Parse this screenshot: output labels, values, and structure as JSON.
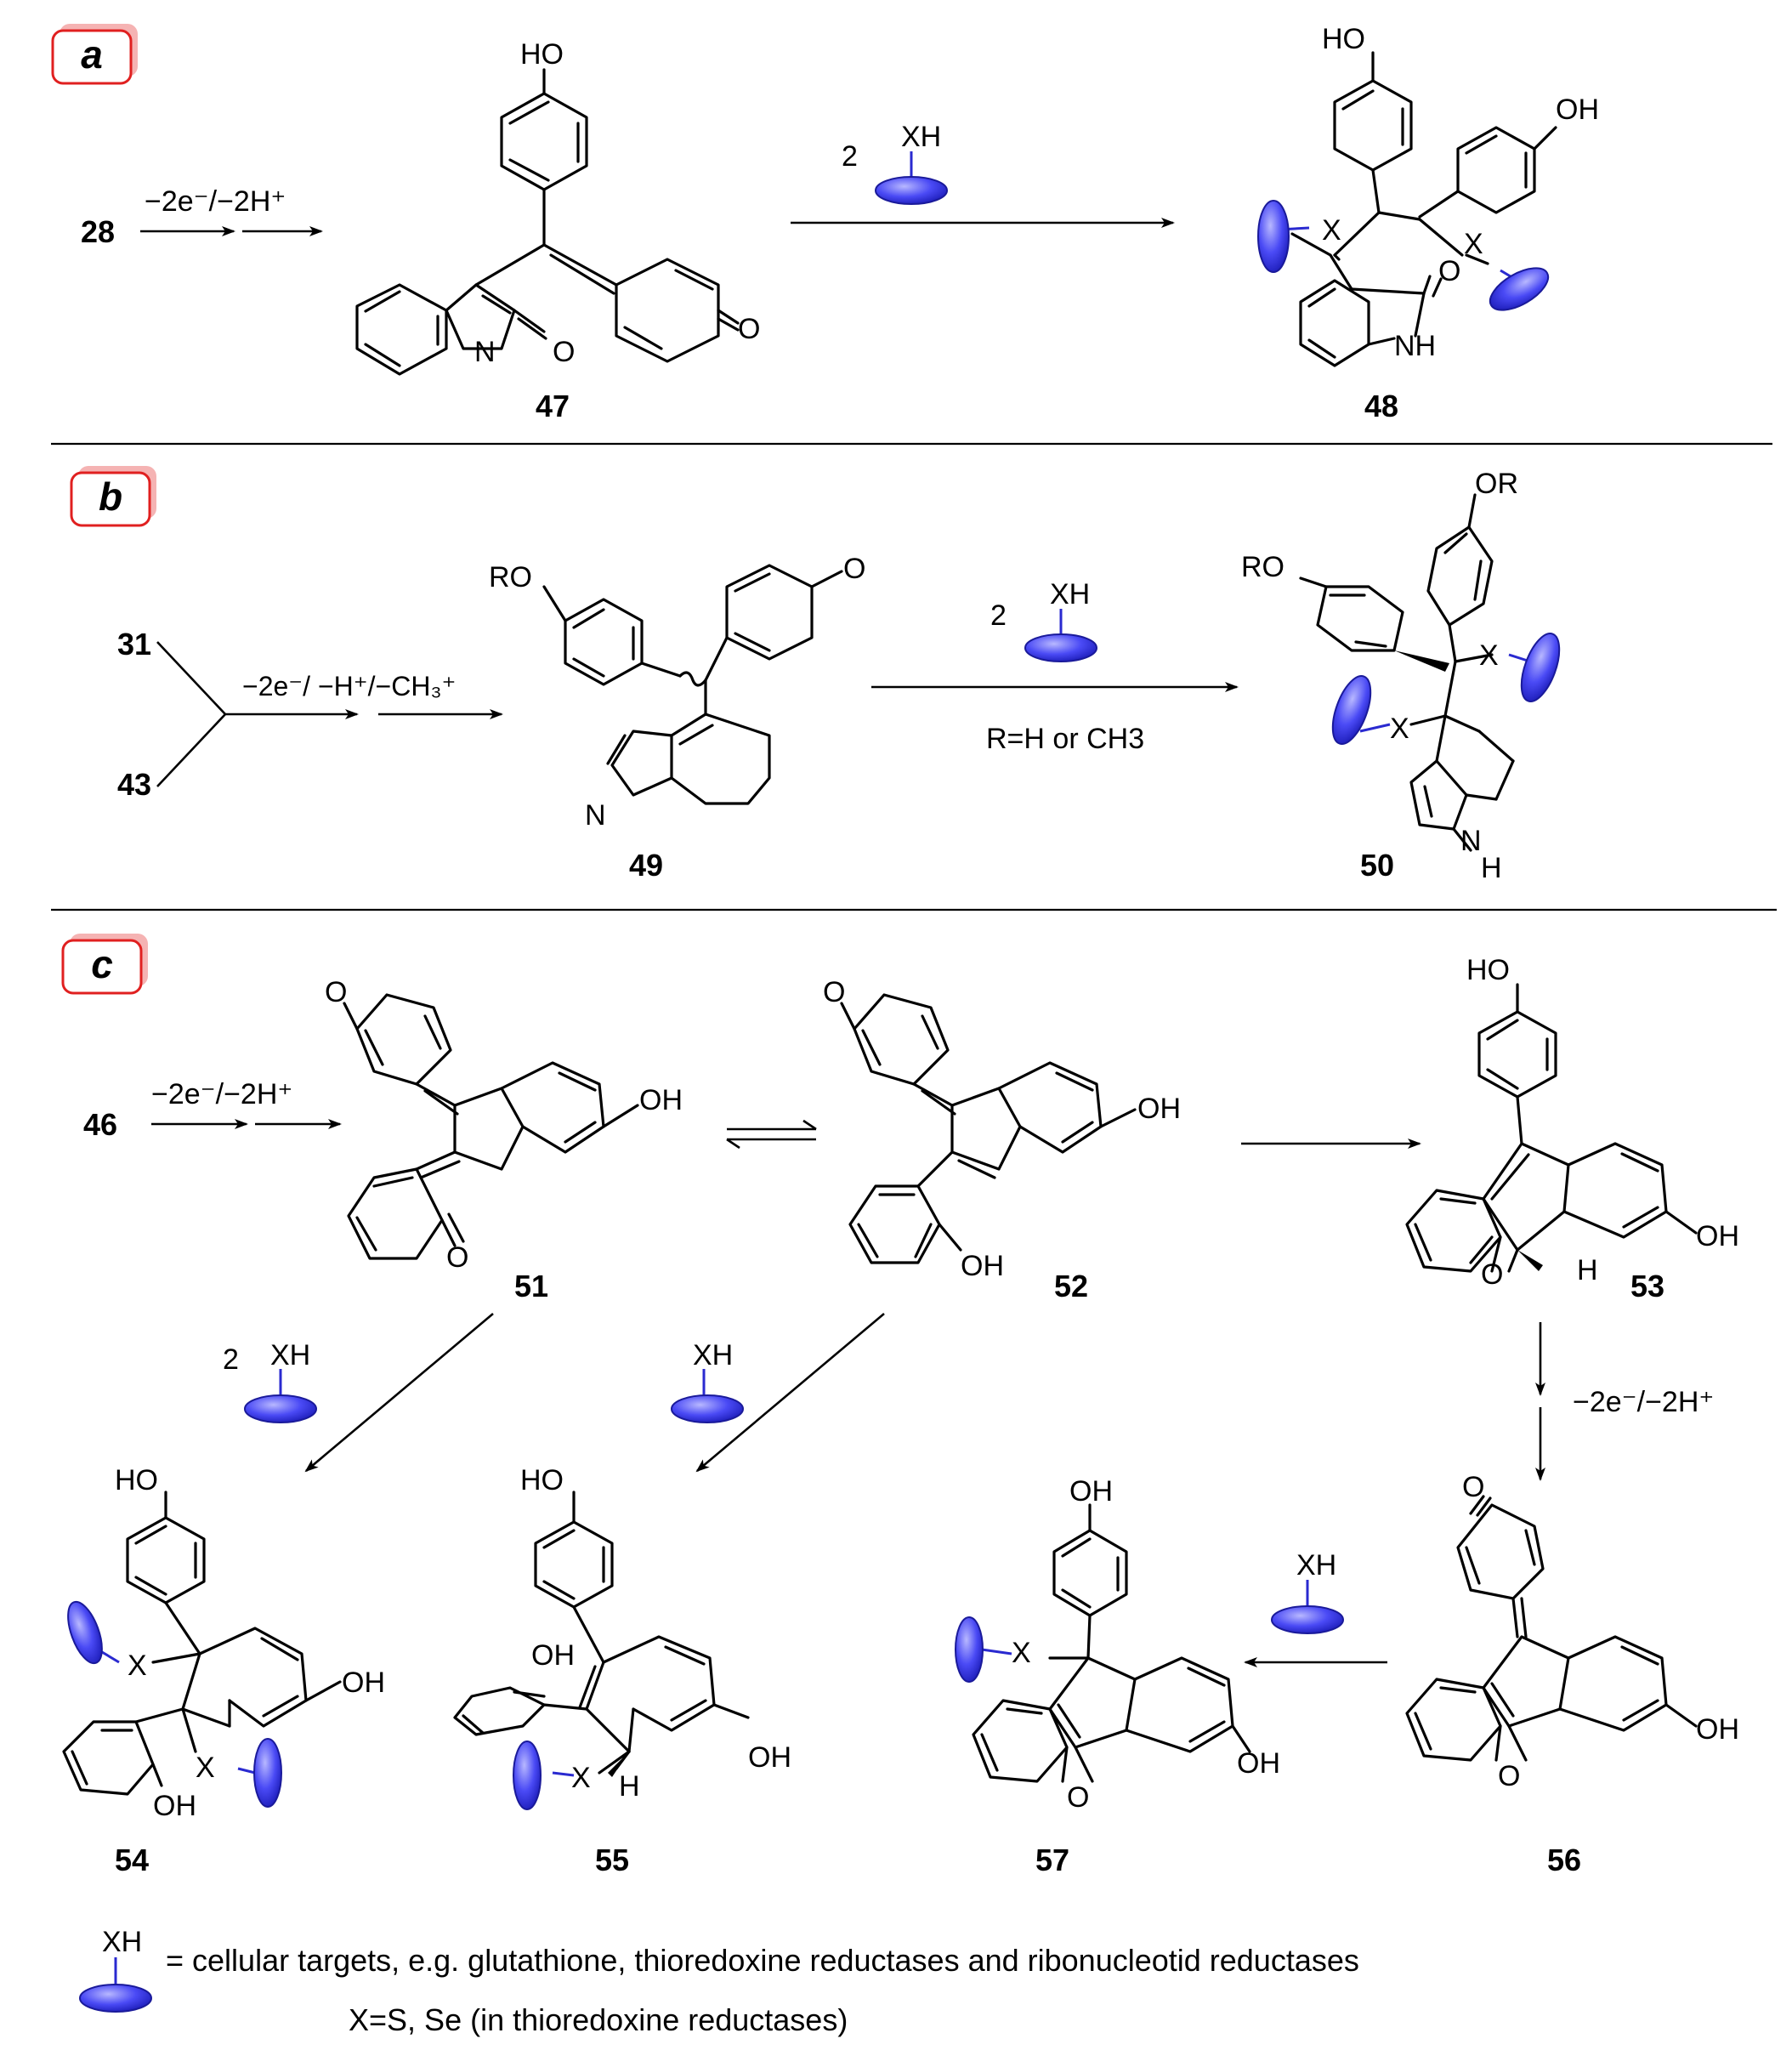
{
  "panels": {
    "a": {
      "tag": "a",
      "start": "28",
      "cond1": "−2e⁻/−2H⁺",
      "reagent_count": "2",
      "reagent": "XH",
      "products": {
        "p47": "47",
        "p48": "48"
      },
      "atoms": {
        "ho_47": "HO",
        "n_47": "N",
        "o_lactam_47": "O",
        "o_quinone_47": "O",
        "ho_48a": "HO",
        "oh_48b": "OH",
        "x1": "X",
        "x2": "X",
        "o_48": "O",
        "nh_48": "NH"
      }
    },
    "b": {
      "tag": "b",
      "start1": "31",
      "start2": "43",
      "cond1": "−2e⁻/ −H⁺/−CH₃⁺",
      "reagent_count": "2",
      "reagent": "XH",
      "condition": "R=H or CH3",
      "products": {
        "p49": "49",
        "p50": "50"
      },
      "atoms": {
        "ro_49": "RO",
        "o_49": "O",
        "n_49": "N",
        "or_50": "OR",
        "ro_50": "RO",
        "x1": "X",
        "x2": "X",
        "n_50": "N",
        "h_50": "H"
      }
    },
    "c": {
      "tag": "c",
      "start": "46",
      "cond1": "−2e⁻/−2H⁺",
      "cond2": "−2e⁻/−2H⁺",
      "reagent_count_54": "2",
      "reagent": "XH",
      "products": {
        "p51": "51",
        "p52": "52",
        "p53": "53",
        "p54": "54",
        "p55": "55",
        "p56": "56",
        "p57": "57"
      },
      "atoms": {
        "o51a": "O",
        "oh51": "OH",
        "o51b": "O",
        "o52": "O",
        "oh52a": "OH",
        "oh52b": "OH",
        "ho53": "HO",
        "oh53": "OH",
        "o53": "O",
        "h53": "H",
        "o56a": "O",
        "oh56": "OH",
        "o56b": "O",
        "ho54": "HO",
        "oh54a": "OH",
        "oh54b": "OH",
        "x54a": "X",
        "x54b": "X",
        "ho55": "HO",
        "oh55a": "OH",
        "oh55b": "OH",
        "x55": "X",
        "h55": "H",
        "oh57a": "OH",
        "oh57b": "OH",
        "o57": "O",
        "x57": "X"
      }
    }
  },
  "legend": {
    "reagent": "XH",
    "line1": "= cellular targets, e.g. glutathione, thioredoxine reductases and ribonucleotid reductases",
    "line2": "X=S, Se (in thioredoxine reductases)"
  },
  "colors": {
    "target_blue": "#3838f0",
    "bond": "#000000",
    "tag_red": "#e02020",
    "tag_shadow": "#f5b3b3"
  }
}
